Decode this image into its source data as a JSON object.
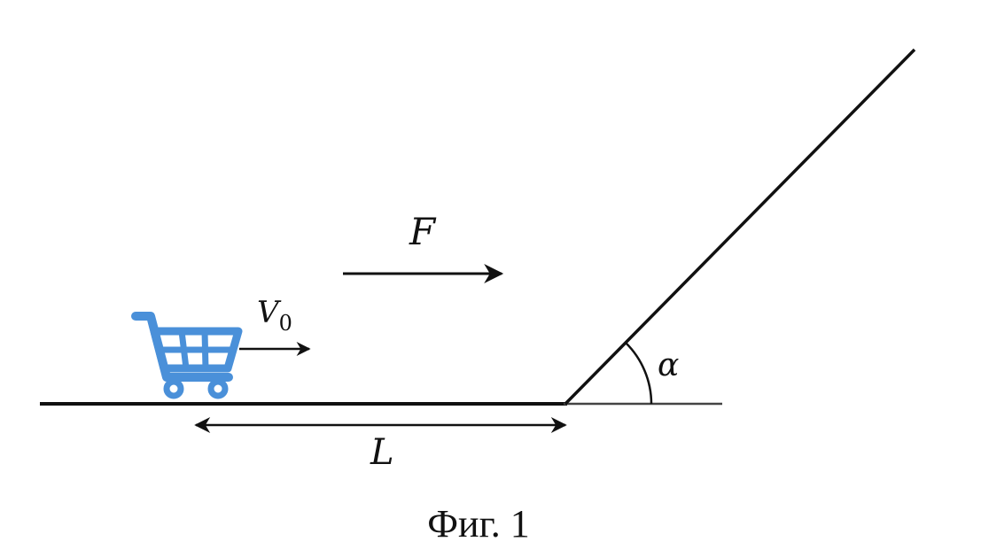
{
  "diagram": {
    "force_label": "F",
    "velocity_label": "V",
    "velocity_subscript": "0",
    "length_label": "L",
    "angle_label": "α",
    "caption": "Фиг. 1"
  },
  "icons": {
    "cart": "shopping-cart-icon"
  },
  "colors": {
    "ink": "#111111",
    "cart": "#4a90d9"
  }
}
